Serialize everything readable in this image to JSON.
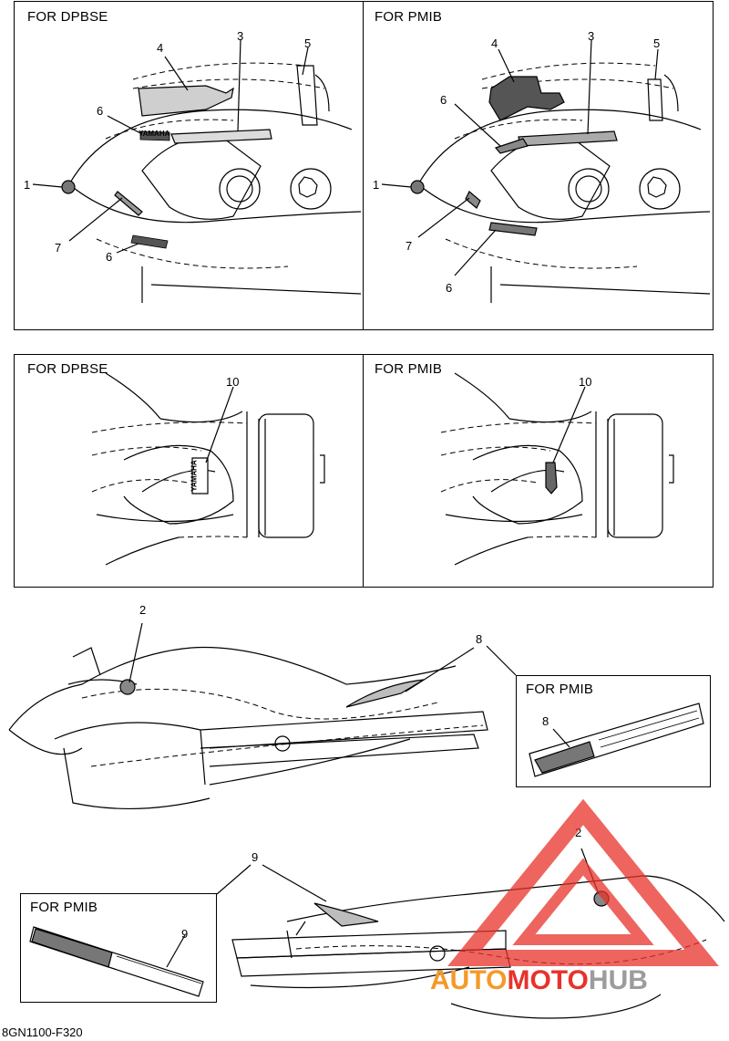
{
  "panels": {
    "top_left": {
      "title": "FOR DPBSE",
      "callouts": [
        "1",
        "3",
        "4",
        "5",
        "6",
        "6",
        "7"
      ]
    },
    "top_right": {
      "title": "FOR PMIB",
      "callouts": [
        "1",
        "3",
        "4",
        "5",
        "6",
        "6",
        "7"
      ]
    },
    "mid_left": {
      "title": "FOR DPBSE",
      "callouts": [
        "10"
      ]
    },
    "mid_right": {
      "title": "FOR PMIB",
      "callouts": [
        "10"
      ]
    },
    "side_upper": {
      "callouts": [
        "2",
        "8"
      ],
      "inset_title": "FOR PMIB",
      "inset_callout": "8"
    },
    "side_lower": {
      "callouts": [
        "2",
        "9"
      ],
      "inset_title": "FOR PMIB",
      "inset_callout": "9"
    }
  },
  "decal_text": "YAMAHA",
  "watermark": {
    "part1": "AUTO",
    "part2": "MOTO",
    "part3": "HUB",
    "color_red": "#e8322a",
    "color_orange": "#f39a2b",
    "color_gray": "#9c9c9c"
  },
  "figure_code": "8GN1100-F320",
  "icons": [
    "watermark-triangle-logo"
  ]
}
